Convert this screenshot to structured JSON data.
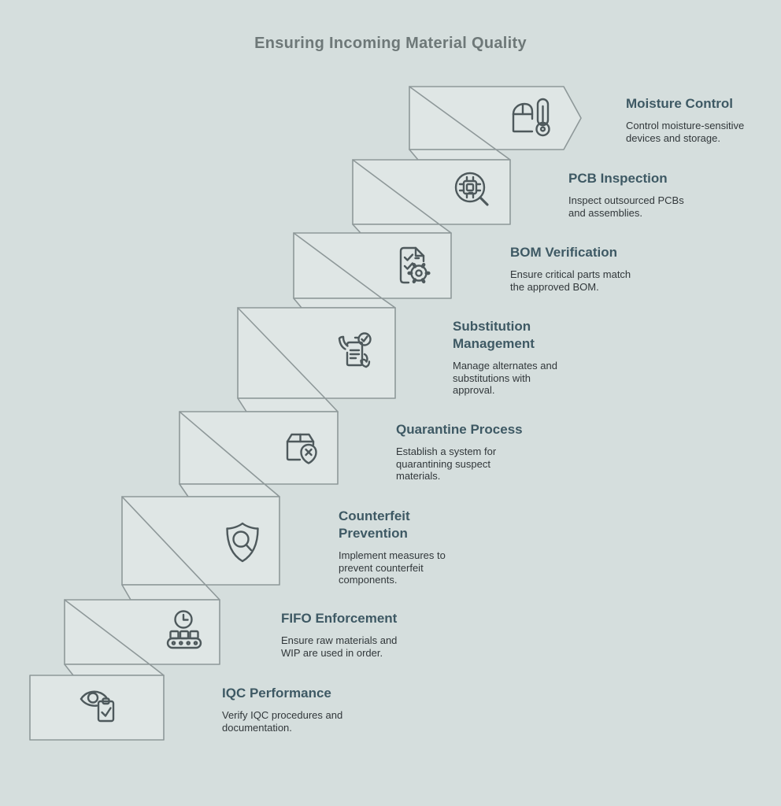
{
  "title": "Ensuring Incoming Material Quality",
  "colors": {
    "background": "#d5dedd",
    "step_fill": "#dfe6e5",
    "step_outline": "#8e9899",
    "step_title_text": "#3e5964",
    "step_description_text": "#31373a",
    "heading_text": "#6e7878",
    "icon_stroke": "#4e595c"
  },
  "steps": [
    {
      "title": "Moisture Control",
      "description": "Control moisture-sensitive devices and storage.",
      "icon": "package-thermometer-icon"
    },
    {
      "title": "PCB Inspection",
      "description": "Inspect outsourced PCBs and assemblies.",
      "icon": "chip-magnifier-icon"
    },
    {
      "title": "BOM Verification",
      "description": "Ensure critical parts match the approved BOM.",
      "icon": "checklist-gear-icon"
    },
    {
      "title": "Substitution Management",
      "description": "Manage alternates and substitutions with approval.",
      "icon": "document-hands-check-icon"
    },
    {
      "title": "Quarantine Process",
      "description": "Establish a system for quarantining suspect materials.",
      "icon": "box-reject-badge-icon"
    },
    {
      "title": "Counterfeit Prevention",
      "description": "Implement measures to prevent counterfeit components.",
      "icon": "shield-magnifier-icon"
    },
    {
      "title": "FIFO Enforcement",
      "description": "Ensure raw materials and WIP are used in order.",
      "icon": "clock-conveyor-icon"
    },
    {
      "title": "IQC Performance",
      "description": "Verify IQC procedures and documentation.",
      "icon": "eye-clipboard-icon"
    }
  ]
}
